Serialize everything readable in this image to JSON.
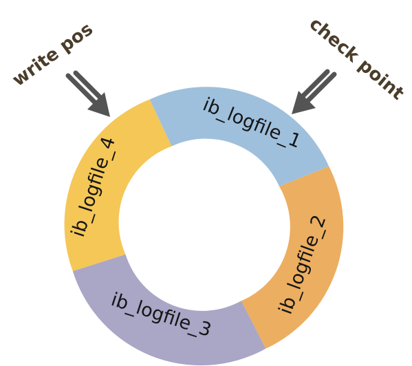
{
  "diagram": {
    "segments": [
      {
        "label": "ib_logfile_1",
        "color": "#9fc0dc"
      },
      {
        "label": "ib_logfile_2",
        "color": "#ecae60"
      },
      {
        "label": "ib_logfile_3",
        "color": "#a9a6c6"
      },
      {
        "label": "ib_logfile_4",
        "color": "#f4c757"
      }
    ],
    "pointers": {
      "write_pos": "write pos",
      "check_point": "check point"
    },
    "arrow_color": "#545454"
  }
}
